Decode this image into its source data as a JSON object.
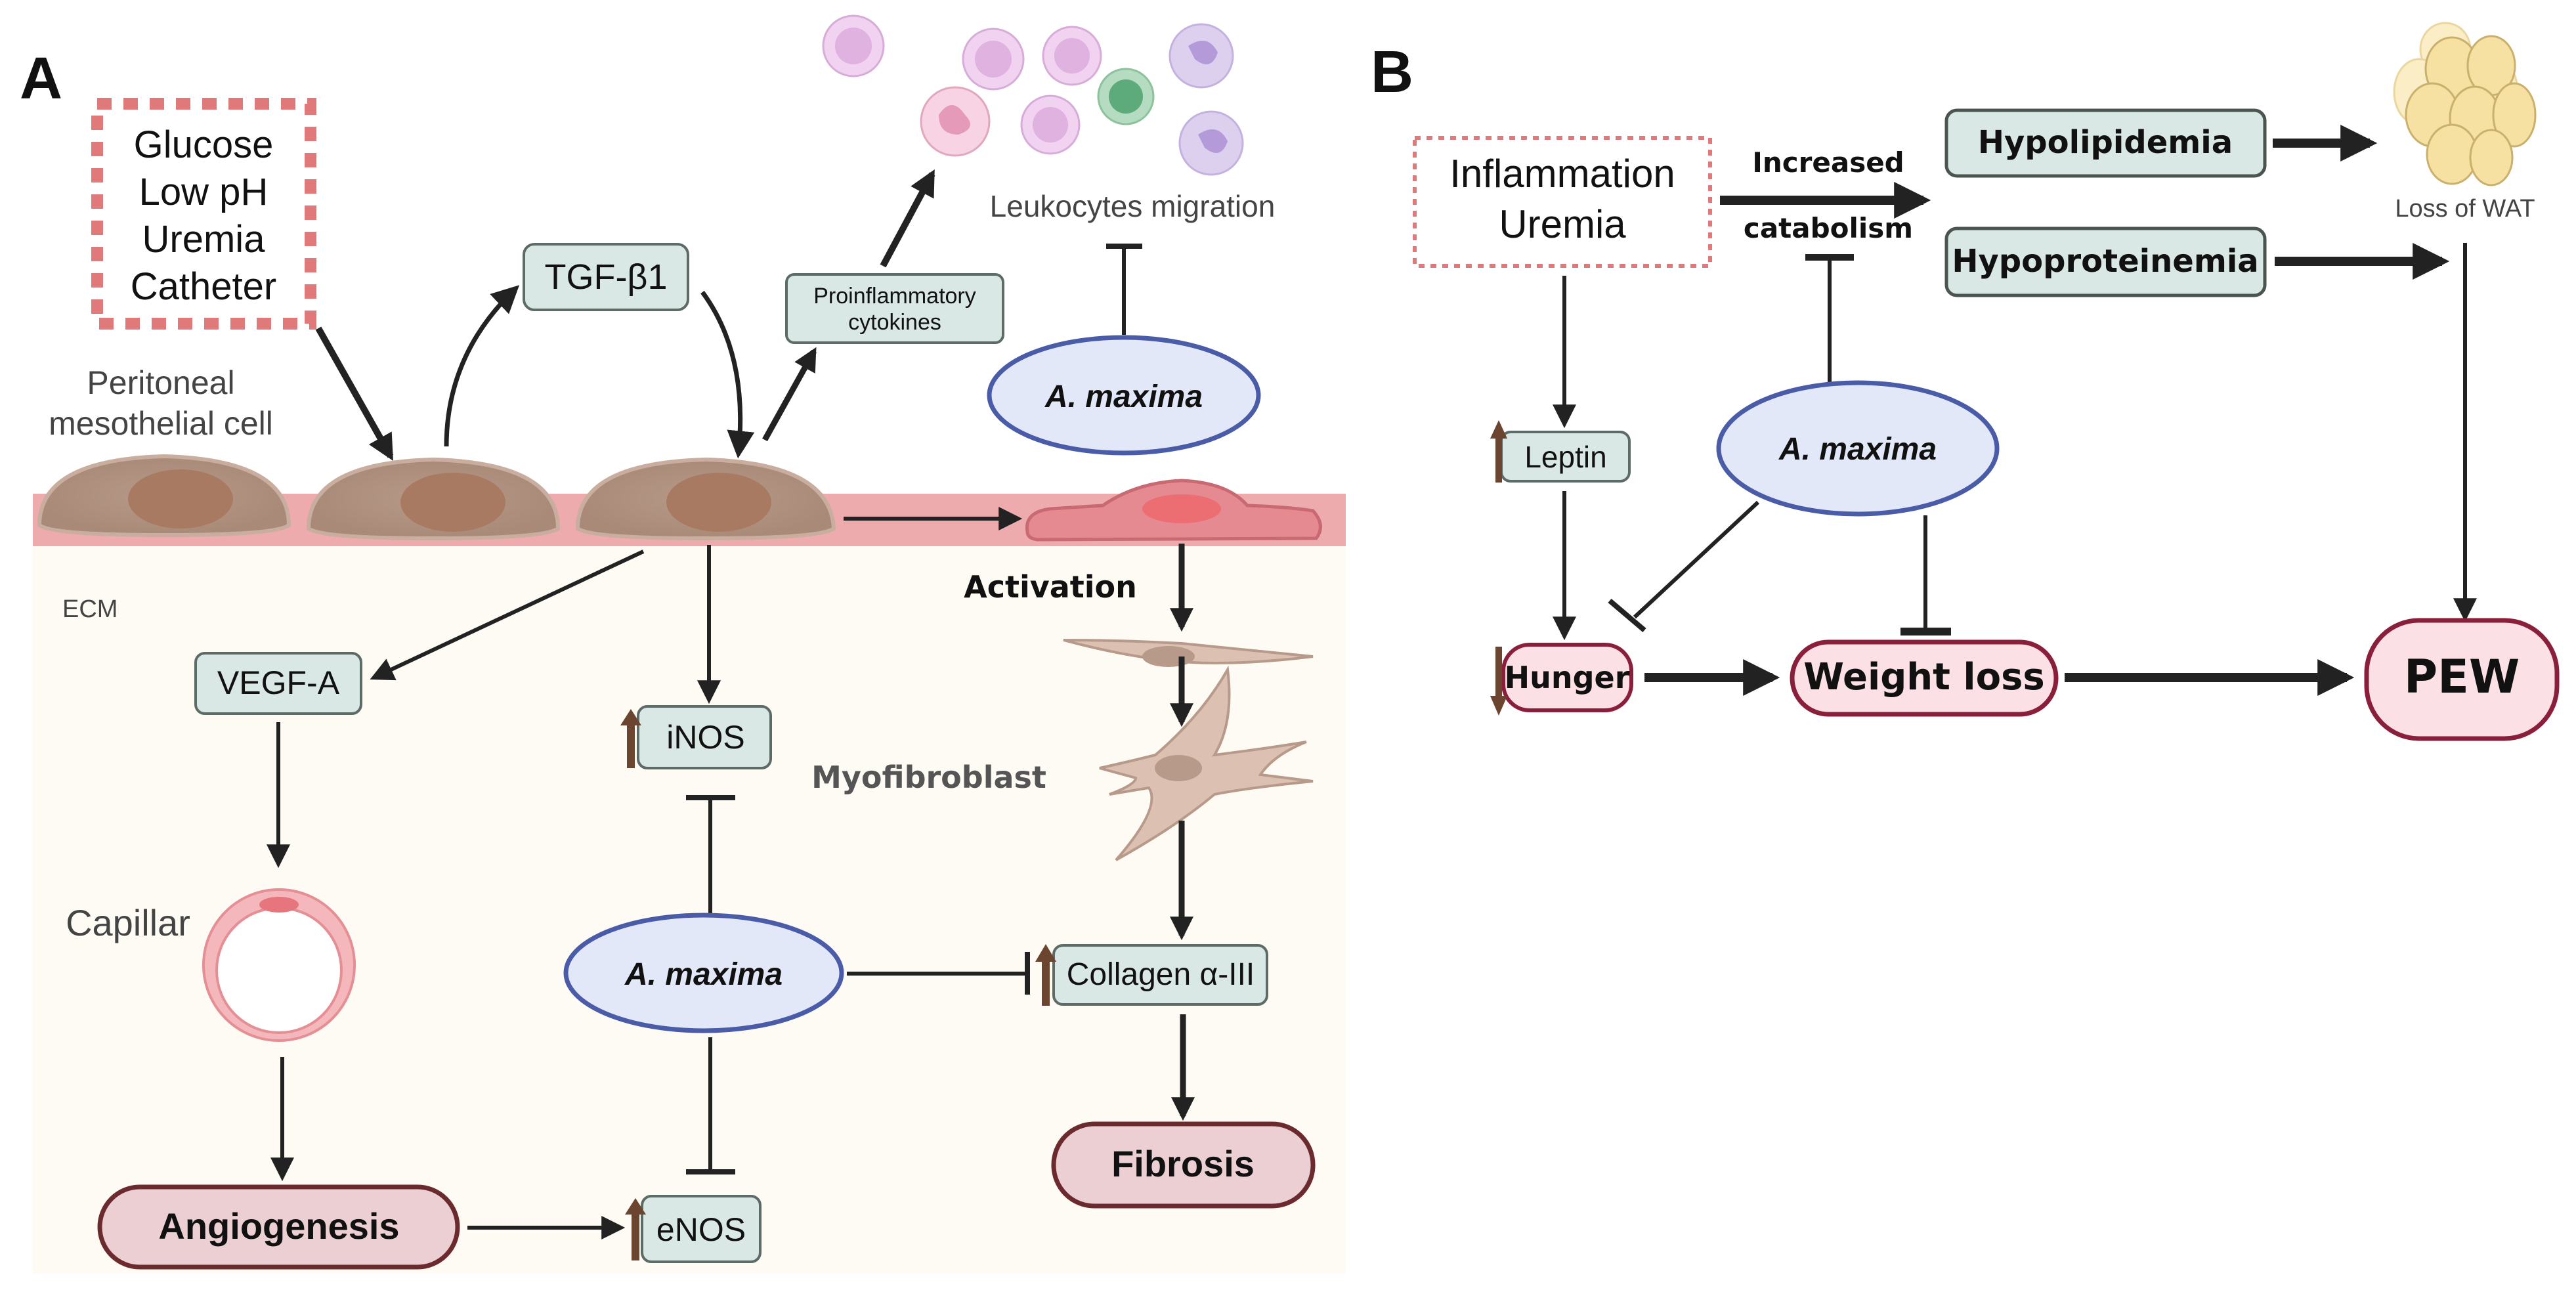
{
  "panel_a": {
    "label": "A",
    "stimuli": [
      "Glucose",
      "Low pH",
      "Uremia",
      "Catheter"
    ],
    "cell_label": [
      "Peritoneal",
      "mesothelial cell"
    ],
    "tgf": "TGF-β1",
    "cytokines": [
      "Proinflammatory",
      "cytokines"
    ],
    "leukocytes": "Leukocytes migration",
    "amaxima_top": "A. maxima",
    "ecm": "ECM",
    "activation": "Activation",
    "myofibroblast": "Myofibroblast",
    "vegf": "VEGF-A",
    "inos": "iNOS",
    "capillar": "Capillar",
    "amaxima_mid": "A. maxima",
    "collagen": "Collagen α-III",
    "fibrosis": "Fibrosis",
    "angiogenesis": "Angiogenesis",
    "enos": "eNOS"
  },
  "panel_b": {
    "label": "B",
    "triggers": [
      "Inflammation",
      "Uremia"
    ],
    "increased": "Increased",
    "catabolism": "catabolism",
    "hypolipidemia": "Hypolipidemia",
    "hypoproteinemia": "Hypoproteinemia",
    "loss_wat": "Loss of WAT",
    "leptin": "Leptin",
    "amaxima": "A. maxima",
    "hunger": "Hunger",
    "weight_loss": "Weight loss",
    "pew": "PEW"
  },
  "colors": {
    "box_fill": "#d9e8e4",
    "box_stroke": "#5c6b66",
    "ellipse_fill": "#e3e8f8",
    "ellipse_stroke": "#4a5ca8",
    "pill_fill": "#ebcfd2",
    "pill_stroke": "#6b2a2e",
    "pink_fill": "#fbe1e6",
    "pink_stroke": "#8a1f3c",
    "up_arrow": "#6b4530",
    "dashed": "#e07a7a",
    "membrane": "#eeabae",
    "ecm_bg": "#fdfbf4"
  }
}
